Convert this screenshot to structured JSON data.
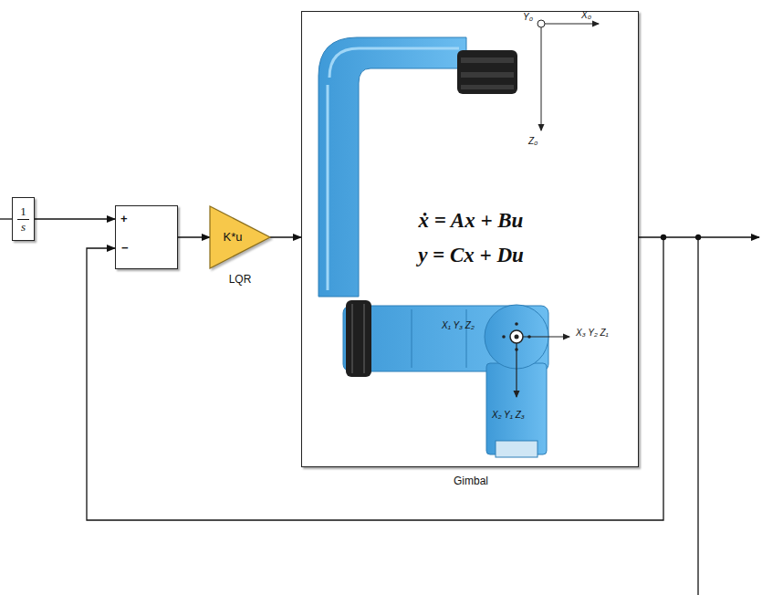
{
  "diagram": {
    "nodes": [
      {
        "text": [
          "1",
          "s"
        ]
      },
      {
        "text": [
          "+",
          "−"
        ]
      },
      {
        "text": [
          "K*u",
          "LQR"
        ]
      },
      {
        "text": [
          "ẋ = Ax + Bu",
          "y = Cx + Du",
          "Gimbal"
        ]
      }
    ],
    "edges": [
      {
        "from": 0,
        "to": 1,
        "arrow": "to"
      },
      {
        "from": 1,
        "to": 2,
        "arrow": "to"
      },
      {
        "from": 2,
        "to": 3,
        "arrow": "to"
      },
      {
        "from": 3,
        "to": 1,
        "arrow": "to"
      }
    ],
    "labels": [
      "Y₀",
      "X₀",
      "Z₀",
      "X₁ Y₃ Z₂",
      "X₃ Y₂ Z₁",
      "X₂ Y₁ Z₃"
    ]
  }
}
